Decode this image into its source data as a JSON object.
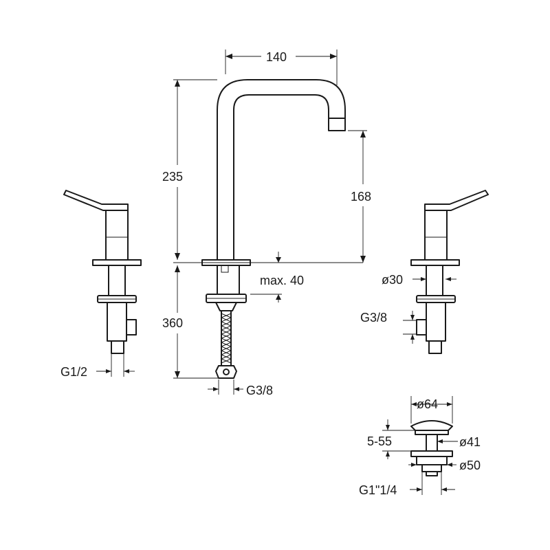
{
  "diagram": {
    "dimensions": {
      "spout_reach": "140",
      "spout_height": "235",
      "outlet_height": "168",
      "below_deck": "360",
      "deck_thickness": "max. 40",
      "handle_tail_left": "G1/2",
      "spout_hose": "G3/8",
      "right_body_dia": "ø30",
      "right_inlet": "G3/8",
      "waste_cap_dia": "ø64",
      "waste_height_range": "5-55",
      "waste_body_dia": "ø41",
      "waste_flange_dia": "ø50",
      "waste_thread": "G1\"1/4"
    }
  }
}
